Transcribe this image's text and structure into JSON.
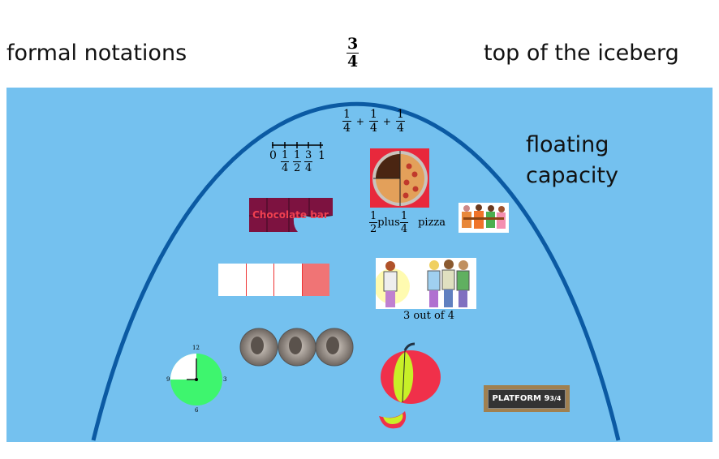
{
  "labels": {
    "formal": "formal notations",
    "top": "top of the iceberg",
    "floating_line1": "floating",
    "floating_line2": "capacity"
  },
  "top_fraction": {
    "num": "3",
    "den": "4"
  },
  "sum": {
    "terms": [
      {
        "num": "1",
        "den": "4"
      },
      {
        "num": "1",
        "den": "4"
      },
      {
        "num": "1",
        "den": "4"
      }
    ],
    "op": "+"
  },
  "number_line": {
    "start": "0",
    "end": "1",
    "marks": [
      {
        "num": "1",
        "den": "4"
      },
      {
        "num": "1",
        "den": "2"
      },
      {
        "num": "3",
        "den": "4"
      }
    ]
  },
  "chocolate": {
    "text": "Chocolate bar"
  },
  "pizza": {
    "a": {
      "num": "1",
      "den": "2"
    },
    "plus": "plus",
    "b": {
      "num": "1",
      "den": "4"
    },
    "word": "pizza"
  },
  "people_caption": "3 out of 4",
  "clock": {
    "n12": "12",
    "n3": "3",
    "n6": "6",
    "n9": "9"
  },
  "platform": {
    "text": "PLATFORM 9",
    "frac": "3/4"
  },
  "colors": {
    "water": "#74c1ef",
    "curve": "#0b5aa3",
    "clock_green": "#3ef56e",
    "strip_red": "#f07475",
    "choc": "#7d1240"
  }
}
